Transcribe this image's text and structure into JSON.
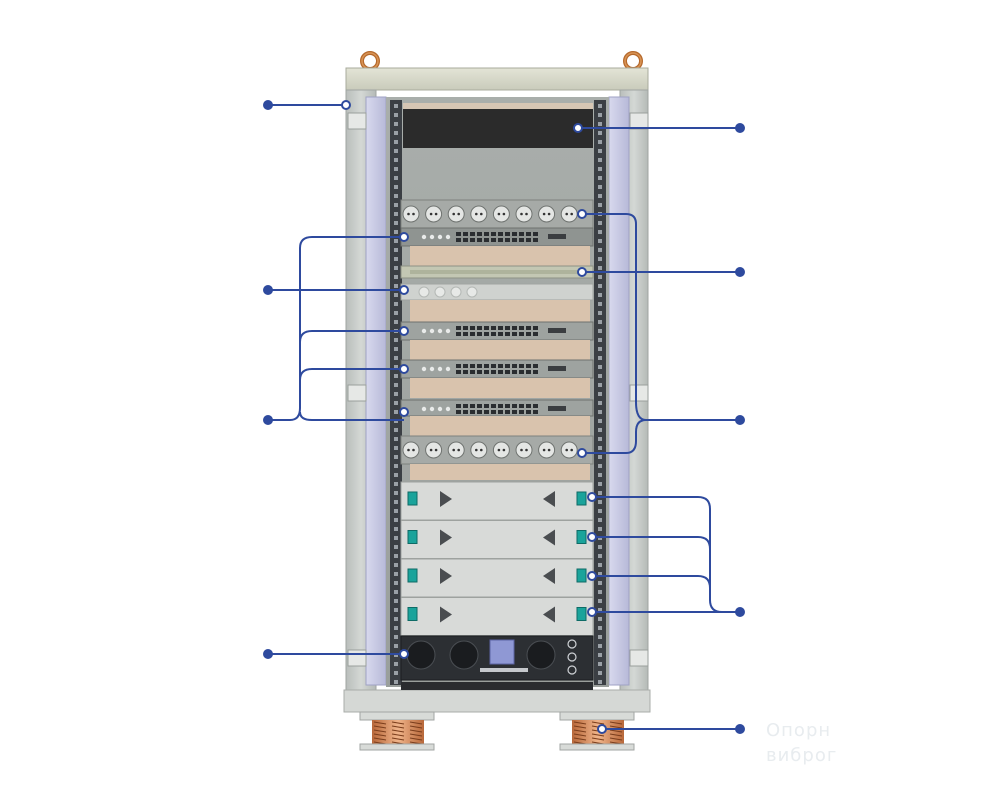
{
  "watermark": {
    "line1": "Опорн",
    "line2": "виброг"
  },
  "colors": {
    "callout": "#2e4a9e",
    "frame": "#c7ccc8",
    "rail": "#3b3f44",
    "panel": "#9ea3a0",
    "shelf": "#d9c3ad",
    "ups_accent": "#1aa39b",
    "door_strip": "#c9cbe4"
  },
  "callouts": [
    {
      "id": "door",
      "side": "left",
      "count": 1
    },
    {
      "id": "top-cover",
      "side": "right",
      "count": 1
    },
    {
      "id": "pdu",
      "side": "right",
      "count": 2
    },
    {
      "id": "cable-organizer",
      "side": "right",
      "count": 1
    },
    {
      "id": "patch-panel",
      "side": "left",
      "count": 1
    },
    {
      "id": "network-switch",
      "side": "left",
      "count": 4
    },
    {
      "id": "ups-module",
      "side": "right",
      "count": 4
    },
    {
      "id": "ups-base",
      "side": "left",
      "count": 1
    },
    {
      "id": "vibration-mount",
      "side": "right",
      "count": 1
    }
  ],
  "pdu": {
    "sockets": 8
  },
  "ups": {
    "modules": 4
  }
}
